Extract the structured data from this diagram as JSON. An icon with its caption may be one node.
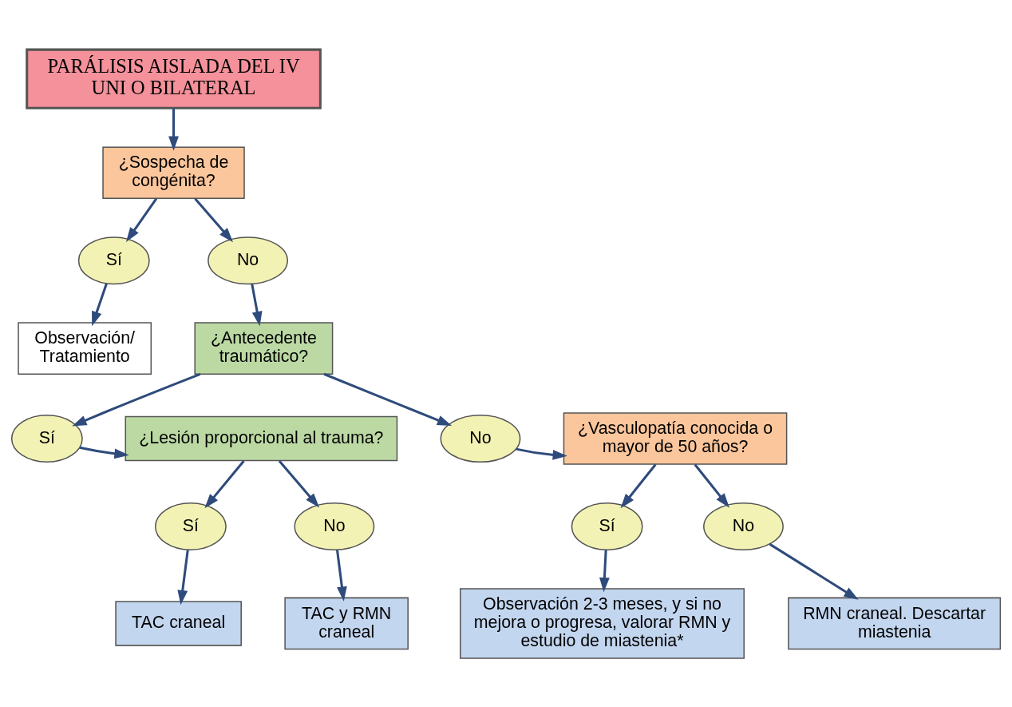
{
  "diagram": {
    "nodes": [
      {
        "text": [
          "PARÁLISIS AISLADA DEL IV UNI O BILATERAL"
        ]
      },
      {
        "text": [
          "¿Sospecha de congénita?"
        ]
      },
      {
        "text": [
          "Sí"
        ]
      },
      {
        "text": [
          "No"
        ]
      },
      {
        "text": [
          "Observación/ Tratamiento"
        ]
      },
      {
        "text": [
          "¿Antecedente traumático?"
        ]
      },
      {
        "text": [
          "Sí"
        ]
      },
      {
        "text": [
          "No"
        ]
      },
      {
        "text": [
          "¿Lesión proporcional al trauma?"
        ]
      },
      {
        "text": [
          "¿Vasculopatía conocida o mayor de 50 años?"
        ]
      },
      {
        "text": [
          "Sí"
        ]
      },
      {
        "text": [
          "No"
        ]
      },
      {
        "text": [
          "Sí"
        ]
      },
      {
        "text": [
          "No"
        ]
      },
      {
        "text": [
          "TAC craneal"
        ]
      },
      {
        "text": [
          "TAC y RMN craneal"
        ]
      },
      {
        "text": [
          "Observación 2-3 meses, y si no mejora o progresa, valorar RMN y estudio de miastenia*"
        ]
      },
      {
        "text": [
          "RMN craneal. Descartar miastenia"
        ]
      }
    ],
    "edges": [
      {
        "from": 0,
        "to": 1,
        "arrow": "to"
      },
      {
        "from": 1,
        "to": 2,
        "arrow": "to"
      },
      {
        "from": 1,
        "to": 3,
        "arrow": "to"
      },
      {
        "from": 2,
        "to": 4,
        "arrow": "to"
      },
      {
        "from": 3,
        "to": 5,
        "arrow": "to"
      },
      {
        "from": 5,
        "to": 6,
        "arrow": "to"
      },
      {
        "from": 5,
        "to": 7,
        "arrow": "to"
      },
      {
        "from": 6,
        "to": 8,
        "arrow": "to"
      },
      {
        "from": 7,
        "to": 9,
        "arrow": "to"
      },
      {
        "from": 8,
        "to": 10,
        "arrow": "to"
      },
      {
        "from": 8,
        "to": 11,
        "arrow": "to"
      },
      {
        "from": 9,
        "to": 12,
        "arrow": "to"
      },
      {
        "from": 9,
        "to": 13,
        "arrow": "to"
      },
      {
        "from": 10,
        "to": 14,
        "arrow": "to"
      },
      {
        "from": 11,
        "to": 15,
        "arrow": "to"
      },
      {
        "from": 12,
        "to": 16,
        "arrow": "to"
      },
      {
        "from": 13,
        "to": 17,
        "arrow": "to"
      }
    ]
  }
}
